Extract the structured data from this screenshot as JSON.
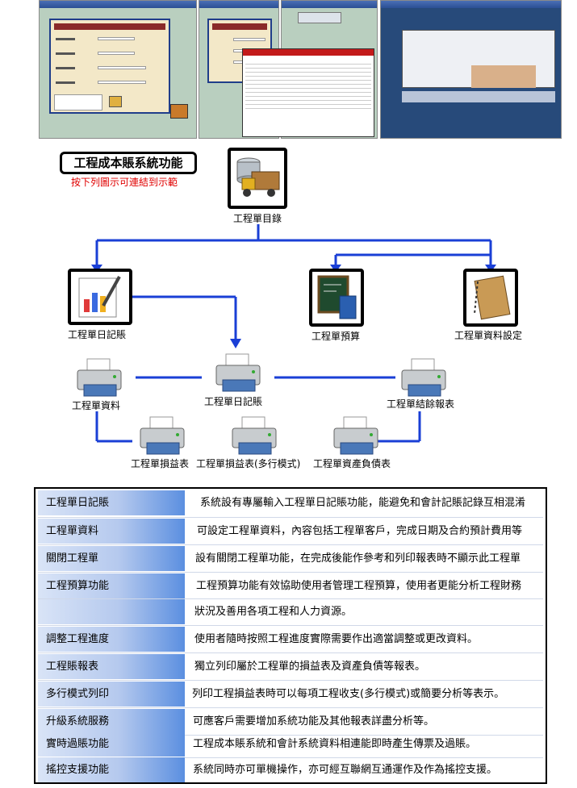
{
  "diagram": {
    "title": "工程成本賬系統功能",
    "subtitle": "按下列圖示可連結到示範",
    "nodes": {
      "register": "工程單目錄",
      "journal": "工程單日記賬",
      "budget": "工程單預算",
      "settings": "工程單資料設定",
      "data_report": "工程單資料",
      "journal_report": "工程單日記賬",
      "closing_report": "工程單結餘報表",
      "pl_report": "工程單損益表",
      "pl_multi_report": "工程單損益表(多行模式)",
      "balance_report": "工程單資產負債表"
    },
    "colors": {
      "connector": "#1a3fd6",
      "subtitle": "#e00000"
    }
  },
  "features": [
    {
      "name": "工程單日記賬",
      "desc": "系統設有專屬輸入工程單日記賬功能，能避免和會計記賬記錄互相混淆"
    },
    {
      "name": "工程單資料",
      "desc": "可設定工程單資料，內容包括工程單客戶，完成日期及合約預計費用等"
    },
    {
      "name": "關閉工程單",
      "desc": "設有關閉工程單功能，在完成後能作參考和列印報表時不顯示此工程單"
    },
    {
      "name": "工程預算功能",
      "desc": "工程預算功能有效協助使用者管理工程預算，使用者更能分析工程財務"
    },
    {
      "name": "",
      "desc": "狀況及善用各項工程和人力資源。"
    },
    {
      "name": "調整工程進度",
      "desc": "使用者隨時按照工程進度實際需要作出適當調整或更改資料。"
    },
    {
      "name": "工程賬報表",
      "desc": "獨立列印屬於工程單的損益表及資產負債等報表。"
    },
    {
      "name": "多行模式列印",
      "desc": "列印工程損益表時可以每項工程收支(多行模式)或簡要分析等表示。"
    },
    {
      "name": "升級系統服務",
      "desc": "可應客戶需要增加系統功能及其他報表詳盡分析等。"
    },
    {
      "name": "實時過賬功能",
      "desc": "工程成本賬系統和會計系統資料相連能即時產生傳票及過賬。"
    },
    {
      "name": "搖控支援功能",
      "desc": "系統同時亦可單機操作，亦可經互聯網互通運作及作為搖控支援。"
    }
  ]
}
